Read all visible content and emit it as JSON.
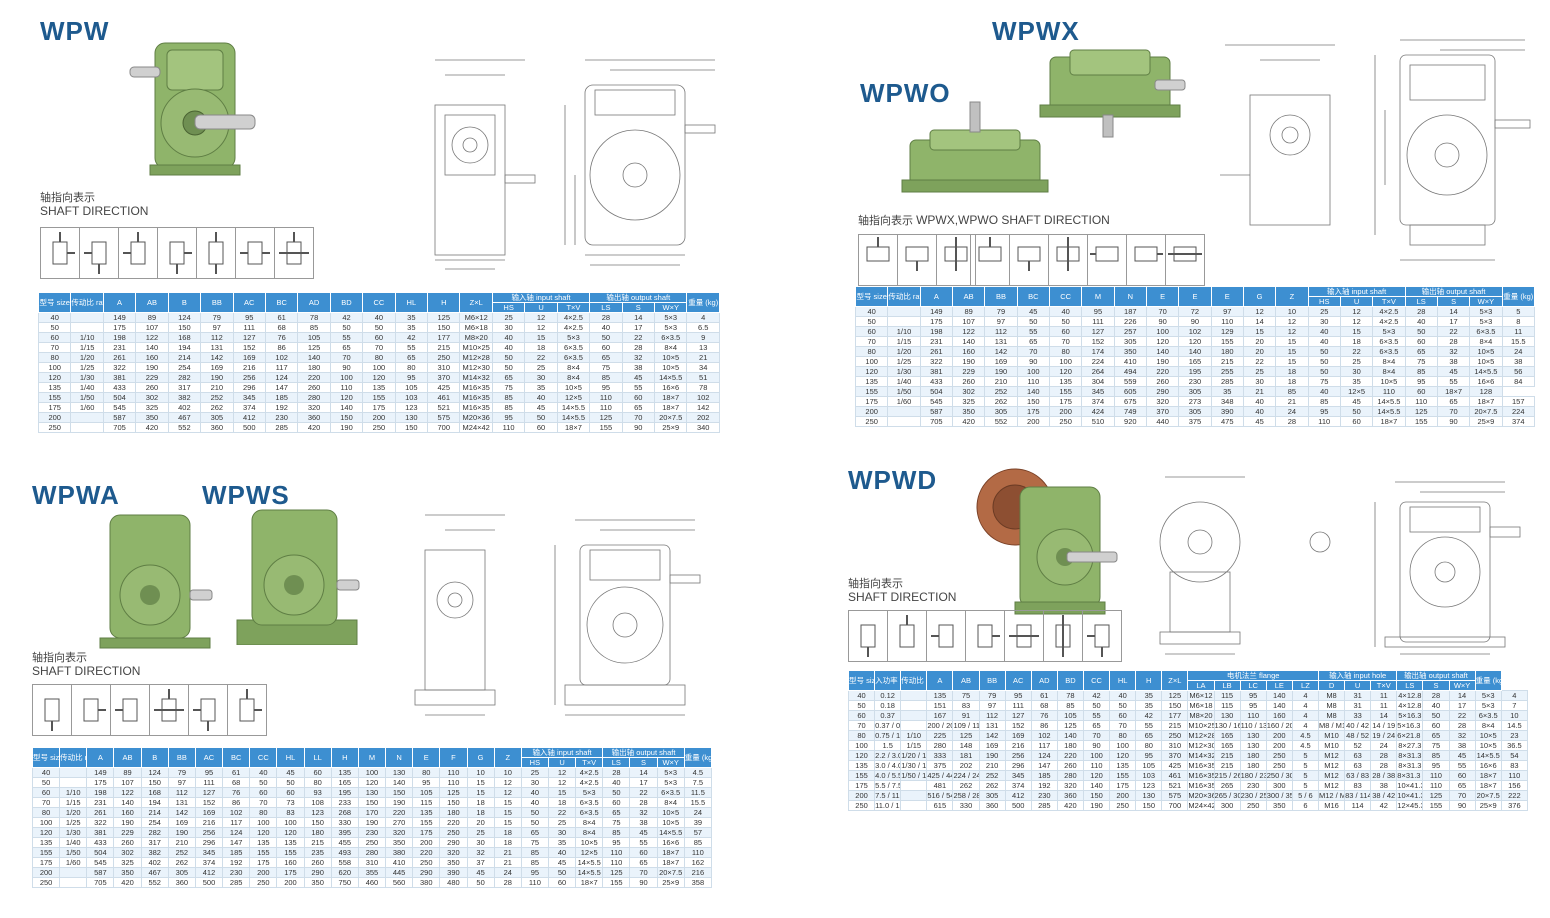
{
  "sections": {
    "wpw": {
      "title": "WPW",
      "shaft_cn": "轴指向表示",
      "shaft_en": "SHAFT DIRECTION"
    },
    "wpwx": {
      "title": "WPWX",
      "title2": "WPWO",
      "shaft_cn": "轴指向表示",
      "shaft_en": "WPWX,WPWO SHAFT DIRECTION"
    },
    "wpwa": {
      "title": "WPWA",
      "title2": "WPWS",
      "shaft_cn": "轴指向表示",
      "shaft_en": "SHAFT DIRECTION"
    },
    "wpwd": {
      "title": "WPWD",
      "shaft_cn": "轴指向表示",
      "shaft_en": "SHAFT DIRECTION"
    }
  },
  "colors": {
    "header": "#3d8fd1",
    "title": "#1e5a8e",
    "row_alt": "#eaf3fb",
    "housing": "#8fb46a"
  },
  "table_wpw": {
    "header1": [
      "型号 size",
      "传动比 ratio",
      "A",
      "AB",
      "B",
      "BB",
      "AC",
      "BC",
      "AD",
      "BD",
      "CC",
      "HL",
      "H",
      "Z×L",
      "输入轴 input shaft",
      "输出轴 output shaft",
      "重量 (kg)"
    ],
    "sub": [
      "HS",
      "U",
      "T×V",
      "LS",
      "S",
      "W×Y"
    ],
    "rows": [
      [
        "40",
        "",
        "149",
        "89",
        "124",
        "79",
        "95",
        "61",
        "78",
        "42",
        "40",
        "35",
        "125",
        "M6×12",
        "25",
        "12",
        "4×2.5",
        "28",
        "14",
        "5×3",
        "4"
      ],
      [
        "50",
        "",
        "175",
        "107",
        "150",
        "97",
        "111",
        "68",
        "85",
        "50",
        "50",
        "35",
        "150",
        "M6×18",
        "30",
        "12",
        "4×2.5",
        "40",
        "17",
        "5×3",
        "6.5"
      ],
      [
        "60",
        "1/10",
        "198",
        "122",
        "168",
        "112",
        "127",
        "76",
        "105",
        "55",
        "60",
        "42",
        "177",
        "M8×20",
        "40",
        "15",
        "5×3",
        "50",
        "22",
        "6×3.5",
        "9"
      ],
      [
        "70",
        "1/15",
        "231",
        "140",
        "194",
        "131",
        "152",
        "86",
        "125",
        "65",
        "70",
        "55",
        "215",
        "M10×25",
        "40",
        "18",
        "6×3.5",
        "60",
        "28",
        "8×4",
        "13"
      ],
      [
        "80",
        "1/20",
        "261",
        "160",
        "214",
        "142",
        "169",
        "102",
        "140",
        "70",
        "80",
        "65",
        "250",
        "M12×28",
        "50",
        "22",
        "6×3.5",
        "65",
        "32",
        "10×5",
        "21"
      ],
      [
        "100",
        "1/25",
        "322",
        "190",
        "254",
        "169",
        "216",
        "117",
        "180",
        "90",
        "100",
        "80",
        "310",
        "M12×30",
        "50",
        "25",
        "8×4",
        "75",
        "38",
        "10×5",
        "34"
      ],
      [
        "120",
        "1/30",
        "381",
        "229",
        "282",
        "190",
        "256",
        "124",
        "220",
        "100",
        "120",
        "95",
        "370",
        "M14×32",
        "65",
        "30",
        "8×4",
        "85",
        "45",
        "14×5.5",
        "51"
      ],
      [
        "135",
        "1/40",
        "433",
        "260",
        "317",
        "210",
        "296",
        "147",
        "260",
        "110",
        "135",
        "105",
        "425",
        "M16×35",
        "75",
        "35",
        "10×5",
        "95",
        "55",
        "16×6",
        "78"
      ],
      [
        "155",
        "1/50",
        "504",
        "302",
        "382",
        "252",
        "345",
        "185",
        "280",
        "120",
        "155",
        "103",
        "461",
        "M16×35",
        "85",
        "40",
        "12×5",
        "110",
        "60",
        "18×7",
        "102"
      ],
      [
        "175",
        "1/60",
        "545",
        "325",
        "402",
        "262",
        "374",
        "192",
        "320",
        "140",
        "175",
        "123",
        "521",
        "M16×35",
        "85",
        "45",
        "14×5.5",
        "110",
        "65",
        "18×7",
        "142"
      ],
      [
        "200",
        "",
        "587",
        "350",
        "467",
        "305",
        "412",
        "230",
        "360",
        "150",
        "200",
        "130",
        "575",
        "M20×36",
        "95",
        "50",
        "14×5.5",
        "125",
        "70",
        "20×7.5",
        "202"
      ],
      [
        "250",
        "",
        "705",
        "420",
        "552",
        "360",
        "500",
        "285",
        "420",
        "190",
        "250",
        "150",
        "700",
        "M24×42",
        "110",
        "60",
        "18×7",
        "155",
        "90",
        "25×9",
        "340"
      ]
    ]
  },
  "table_wpwx": {
    "header1": [
      "型号 size",
      "传动比 ratio",
      "A",
      "AB",
      "BB",
      "BC",
      "CC",
      "M",
      "N",
      "E",
      "E",
      "E",
      "G",
      "Z",
      "输入轴 input shaft",
      "输出轴 output shaft",
      "重量 (kg)"
    ],
    "sub": [
      "HS",
      "U",
      "T×V",
      "LS",
      "S",
      "W×Y"
    ],
    "rows": [
      [
        "40",
        "",
        "149",
        "89",
        "79",
        "45",
        "40",
        "95",
        "187",
        "70",
        "72",
        "97",
        "12",
        "10",
        "25",
        "12",
        "4×2.5",
        "28",
        "14",
        "5×3",
        "5"
      ],
      [
        "50",
        "",
        "175",
        "107",
        "97",
        "50",
        "50",
        "111",
        "226",
        "90",
        "90",
        "110",
        "14",
        "12",
        "30",
        "12",
        "4×2.5",
        "40",
        "17",
        "5×3",
        "8"
      ],
      [
        "60",
        "1/10",
        "198",
        "122",
        "112",
        "55",
        "60",
        "127",
        "257",
        "100",
        "102",
        "129",
        "15",
        "12",
        "40",
        "15",
        "5×3",
        "50",
        "22",
        "6×3.5",
        "11"
      ],
      [
        "70",
        "1/15",
        "231",
        "140",
        "131",
        "65",
        "70",
        "152",
        "305",
        "120",
        "120",
        "155",
        "20",
        "15",
        "40",
        "18",
        "6×3.5",
        "60",
        "28",
        "8×4",
        "15.5"
      ],
      [
        "80",
        "1/20",
        "261",
        "160",
        "142",
        "70",
        "80",
        "174",
        "350",
        "140",
        "140",
        "180",
        "20",
        "15",
        "50",
        "22",
        "6×3.5",
        "65",
        "32",
        "10×5",
        "24"
      ],
      [
        "100",
        "1/25",
        "322",
        "190",
        "169",
        "90",
        "100",
        "224",
        "410",
        "190",
        "165",
        "215",
        "22",
        "15",
        "50",
        "25",
        "8×4",
        "75",
        "38",
        "10×5",
        "38"
      ],
      [
        "120",
        "1/30",
        "381",
        "229",
        "190",
        "100",
        "120",
        "264",
        "494",
        "220",
        "195",
        "255",
        "25",
        "18",
        "50",
        "30",
        "8×4",
        "85",
        "45",
        "14×5.5",
        "56"
      ],
      [
        "135",
        "1/40",
        "433",
        "260",
        "210",
        "110",
        "135",
        "304",
        "559",
        "260",
        "230",
        "285",
        "30",
        "18",
        "75",
        "35",
        "10×5",
        "95",
        "55",
        "16×6",
        "84"
      ],
      [
        "155",
        "1/50",
        "504",
        "302",
        "252",
        "140",
        "155",
        "345",
        "605",
        "290",
        "305",
        "35",
        "21",
        "85",
        "40",
        "12×5",
        "110",
        "60",
        "18×7",
        "128"
      ],
      [
        "175",
        "1/60",
        "545",
        "325",
        "262",
        "150",
        "175",
        "374",
        "675",
        "320",
        "273",
        "348",
        "40",
        "21",
        "85",
        "45",
        "14×5.5",
        "110",
        "65",
        "18×7",
        "157"
      ],
      [
        "200",
        "",
        "587",
        "350",
        "305",
        "175",
        "200",
        "424",
        "749",
        "370",
        "305",
        "390",
        "40",
        "24",
        "95",
        "50",
        "14×5.5",
        "125",
        "70",
        "20×7.5",
        "224"
      ],
      [
        "250",
        "",
        "705",
        "420",
        "552",
        "200",
        "250",
        "510",
        "920",
        "440",
        "375",
        "475",
        "45",
        "28",
        "110",
        "60",
        "18×7",
        "155",
        "90",
        "25×9",
        "374"
      ]
    ]
  },
  "table_wpwa": {
    "header1": [
      "型号 size",
      "传动比 ratio",
      "A",
      "AB",
      "B",
      "BB",
      "AC",
      "BC",
      "CC",
      "HL",
      "LL",
      "H",
      "M",
      "N",
      "E",
      "F",
      "G",
      "Z",
      "输入轴 input shaft",
      "输出轴 output shaft",
      "重量 (kg)"
    ],
    "sub": [
      "HS",
      "U",
      "T×V",
      "LS",
      "S",
      "W×Y"
    ],
    "rows": [
      [
        "40",
        "",
        "149",
        "89",
        "124",
        "79",
        "95",
        "61",
        "40",
        "45",
        "60",
        "135",
        "100",
        "130",
        "80",
        "110",
        "10",
        "10",
        "25",
        "12",
        "4×2.5",
        "28",
        "14",
        "5×3",
        "4.5"
      ],
      [
        "50",
        "",
        "175",
        "107",
        "150",
        "97",
        "111",
        "68",
        "50",
        "50",
        "80",
        "165",
        "120",
        "140",
        "95",
        "110",
        "15",
        "12",
        "30",
        "12",
        "4×2.5",
        "40",
        "17",
        "5×3",
        "7.5"
      ],
      [
        "60",
        "1/10",
        "198",
        "122",
        "168",
        "112",
        "127",
        "76",
        "60",
        "60",
        "93",
        "195",
        "130",
        "150",
        "105",
        "125",
        "15",
        "12",
        "40",
        "15",
        "5×3",
        "50",
        "22",
        "6×3.5",
        "11.5"
      ],
      [
        "70",
        "1/15",
        "231",
        "140",
        "194",
        "131",
        "152",
        "86",
        "70",
        "73",
        "108",
        "233",
        "150",
        "190",
        "115",
        "150",
        "18",
        "15",
        "40",
        "18",
        "6×3.5",
        "60",
        "28",
        "8×4",
        "15.5"
      ],
      [
        "80",
        "1/20",
        "261",
        "160",
        "214",
        "142",
        "169",
        "102",
        "80",
        "83",
        "123",
        "268",
        "170",
        "220",
        "135",
        "180",
        "18",
        "15",
        "50",
        "22",
        "6×3.5",
        "65",
        "32",
        "10×5",
        "24"
      ],
      [
        "100",
        "1/25",
        "322",
        "190",
        "254",
        "169",
        "216",
        "117",
        "100",
        "100",
        "150",
        "330",
        "190",
        "270",
        "155",
        "220",
        "20",
        "15",
        "50",
        "25",
        "8×4",
        "75",
        "38",
        "10×5",
        "39"
      ],
      [
        "120",
        "1/30",
        "381",
        "229",
        "282",
        "190",
        "256",
        "124",
        "120",
        "120",
        "180",
        "395",
        "230",
        "320",
        "175",
        "250",
        "25",
        "18",
        "65",
        "30",
        "8×4",
        "85",
        "45",
        "14×5.5",
        "57"
      ],
      [
        "135",
        "1/40",
        "433",
        "260",
        "317",
        "210",
        "296",
        "147",
        "135",
        "135",
        "215",
        "455",
        "250",
        "350",
        "200",
        "290",
        "30",
        "18",
        "75",
        "35",
        "10×5",
        "95",
        "55",
        "16×6",
        "85"
      ],
      [
        "155",
        "1/50",
        "504",
        "302",
        "382",
        "252",
        "345",
        "185",
        "155",
        "155",
        "235",
        "493",
        "280",
        "380",
        "220",
        "320",
        "32",
        "21",
        "85",
        "40",
        "12×5",
        "110",
        "60",
        "18×7",
        "110"
      ],
      [
        "175",
        "1/60",
        "545",
        "325",
        "402",
        "262",
        "374",
        "192",
        "175",
        "160",
        "260",
        "558",
        "310",
        "410",
        "250",
        "350",
        "37",
        "21",
        "85",
        "45",
        "14×5.5",
        "110",
        "65",
        "18×7",
        "162"
      ],
      [
        "200",
        "",
        "587",
        "350",
        "467",
        "305",
        "412",
        "230",
        "200",
        "175",
        "290",
        "620",
        "355",
        "445",
        "290",
        "390",
        "45",
        "24",
        "95",
        "50",
        "14×5.5",
        "125",
        "70",
        "20×7.5",
        "216"
      ],
      [
        "250",
        "",
        "705",
        "420",
        "552",
        "360",
        "500",
        "285",
        "250",
        "200",
        "350",
        "750",
        "460",
        "560",
        "380",
        "480",
        "50",
        "28",
        "110",
        "60",
        "18×7",
        "155",
        "90",
        "25×9",
        "358"
      ]
    ]
  },
  "table_wpwd": {
    "header1": [
      "型号 size",
      "入功率 (kw)",
      "传动比 ratio",
      "A",
      "AB",
      "BB",
      "AC",
      "AD",
      "BD",
      "CC",
      "HL",
      "H",
      "Z×L",
      "电机法兰 flange",
      "输入轴 input hole",
      "输出轴 output shaft",
      "重量 (kg)"
    ],
    "sub": [
      "LA",
      "LB",
      "LC",
      "LE",
      "LZ",
      "D",
      "U",
      "T×V",
      "LS",
      "S",
      "W×Y"
    ],
    "rows": [
      [
        "40",
        "0.12",
        "",
        "135",
        "75",
        "79",
        "95",
        "61",
        "78",
        "42",
        "40",
        "35",
        "125",
        "M6×12",
        "115",
        "95",
        "140",
        "4",
        "M8",
        "31",
        "11",
        "4×12.8",
        "28",
        "14",
        "5×3",
        "4"
      ],
      [
        "50",
        "0.18",
        "",
        "151",
        "83",
        "97",
        "111",
        "68",
        "85",
        "50",
        "50",
        "35",
        "150",
        "M6×18",
        "115",
        "95",
        "140",
        "4",
        "M8",
        "31",
        "11",
        "4×12.8",
        "40",
        "17",
        "5×3",
        "7"
      ],
      [
        "60",
        "0.37",
        "",
        "167",
        "91",
        "112",
        "127",
        "76",
        "105",
        "55",
        "60",
        "42",
        "177",
        "M8×20",
        "130",
        "110",
        "160",
        "4",
        "M8",
        "33",
        "14",
        "5×16.3",
        "50",
        "22",
        "6×3.5",
        "10"
      ],
      [
        "70",
        "0.37 / 0.75",
        "",
        "200 / 202",
        "109 / 111",
        "131",
        "152",
        "86",
        "125",
        "65",
        "70",
        "55",
        "215",
        "M10×25",
        "130 / 165",
        "110 / 130",
        "160 / 200",
        "4",
        "M8 / M10",
        "40 / 42",
        "14 / 19",
        "5×16.3 / 6×21.8",
        "60",
        "28",
        "8×4",
        "14.5"
      ],
      [
        "80",
        "0.75 / 1.5",
        "1/10",
        "225",
        "125",
        "142",
        "169",
        "102",
        "140",
        "70",
        "80",
        "65",
        "250",
        "M12×28",
        "165",
        "130",
        "200",
        "4.5",
        "M10",
        "48 / 52",
        "19 / 24",
        "6×21.8 / 8×27.3",
        "65",
        "32",
        "10×5",
        "23"
      ],
      [
        "100",
        "1.5",
        "1/15",
        "280",
        "148",
        "169",
        "216",
        "117",
        "180",
        "90",
        "100",
        "80",
        "310",
        "M12×30",
        "165",
        "130",
        "200",
        "4.5",
        "M10",
        "52",
        "24",
        "8×27.3",
        "75",
        "38",
        "10×5",
        "36.5"
      ],
      [
        "120",
        "2.2 / 3.0",
        "1/20 / 1/25",
        "333",
        "181",
        "190",
        "256",
        "124",
        "220",
        "100",
        "120",
        "95",
        "370",
        "M14×32",
        "215",
        "180",
        "250",
        "5",
        "M12",
        "63",
        "28",
        "8×31.3",
        "85",
        "45",
        "14×5.5",
        "54"
      ],
      [
        "135",
        "3.0 / 4.0",
        "1/30 / 1/40",
        "375",
        "202",
        "210",
        "296",
        "147",
        "260",
        "110",
        "135",
        "105",
        "425",
        "M16×35",
        "215",
        "180",
        "250",
        "5",
        "M12",
        "63",
        "28",
        "8×31.3",
        "95",
        "55",
        "16×6",
        "83"
      ],
      [
        "155",
        "4.0 / 5.5",
        "1/50 / 1/60",
        "425 / 448",
        "224 / 247",
        "252",
        "345",
        "185",
        "280",
        "120",
        "155",
        "103",
        "461",
        "M16×35",
        "215 / 265",
        "180 / 230",
        "250 / 300",
        "5",
        "M12",
        "63 / 83",
        "28 / 38",
        "8×31.3 / 10×41.3",
        "110",
        "60",
        "18×7",
        "110"
      ],
      [
        "175",
        "5.5 / 7.5",
        "",
        "481",
        "262",
        "262",
        "374",
        "192",
        "320",
        "140",
        "175",
        "123",
        "521",
        "M16×35",
        "265",
        "230",
        "300",
        "5",
        "M12",
        "83",
        "38",
        "10×41.3",
        "110",
        "65",
        "18×7",
        "156"
      ],
      [
        "200",
        "7.5 / 11.0",
        "",
        "516 / 543",
        "258 / 285",
        "305",
        "412",
        "230",
        "360",
        "150",
        "200",
        "130",
        "575",
        "M20×36",
        "265 / 300",
        "230 / 250",
        "300 / 350",
        "5 / 6",
        "M12 / M16",
        "83 / 114",
        "38 / 42",
        "10×41.3 / 12×45.3",
        "125",
        "70",
        "20×7.5",
        "222"
      ],
      [
        "250",
        "11.0 / 15.0",
        "",
        "615",
        "330",
        "360",
        "500",
        "285",
        "420",
        "190",
        "250",
        "150",
        "700",
        "M24×42",
        "300",
        "250",
        "350",
        "6",
        "M16",
        "114",
        "42",
        "12×45.3",
        "155",
        "90",
        "25×9",
        "376"
      ]
    ]
  }
}
